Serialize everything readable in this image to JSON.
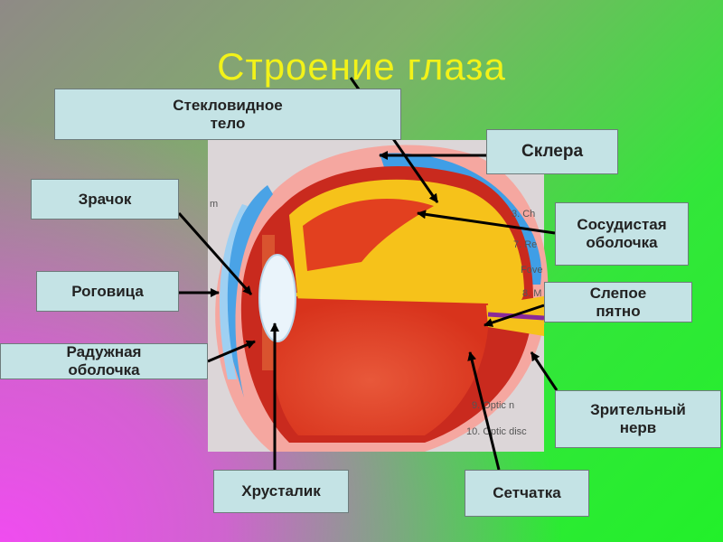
{
  "title": "Строение глаза",
  "labels": {
    "vitreous": "Стекловидное\nтело",
    "sclera": "Склера",
    "pupil": "Зрачок",
    "choroid": "Сосудистая\nоболочка",
    "cornea": "Роговица",
    "blind_spot": "Слепое\nпятно",
    "iris": "Радужная\nоболочка",
    "optic_nerve": "Зрительный\nнерв",
    "lens": "Хрусталик",
    "retina": "Сетчатка"
  },
  "figure_text": {
    "fragment_m": "m",
    "fragment_3": "3. Ch",
    "fragment_7": "7. Re",
    "fragment_fove": "Fove",
    "fragment_8": "8. M",
    "fragment_9": "9. Optic n",
    "fragment_10": "10. Optic disc"
  },
  "colors": {
    "title": "#f2f219",
    "label_bg": "#c4e3e5",
    "arrow": "#000000"
  }
}
